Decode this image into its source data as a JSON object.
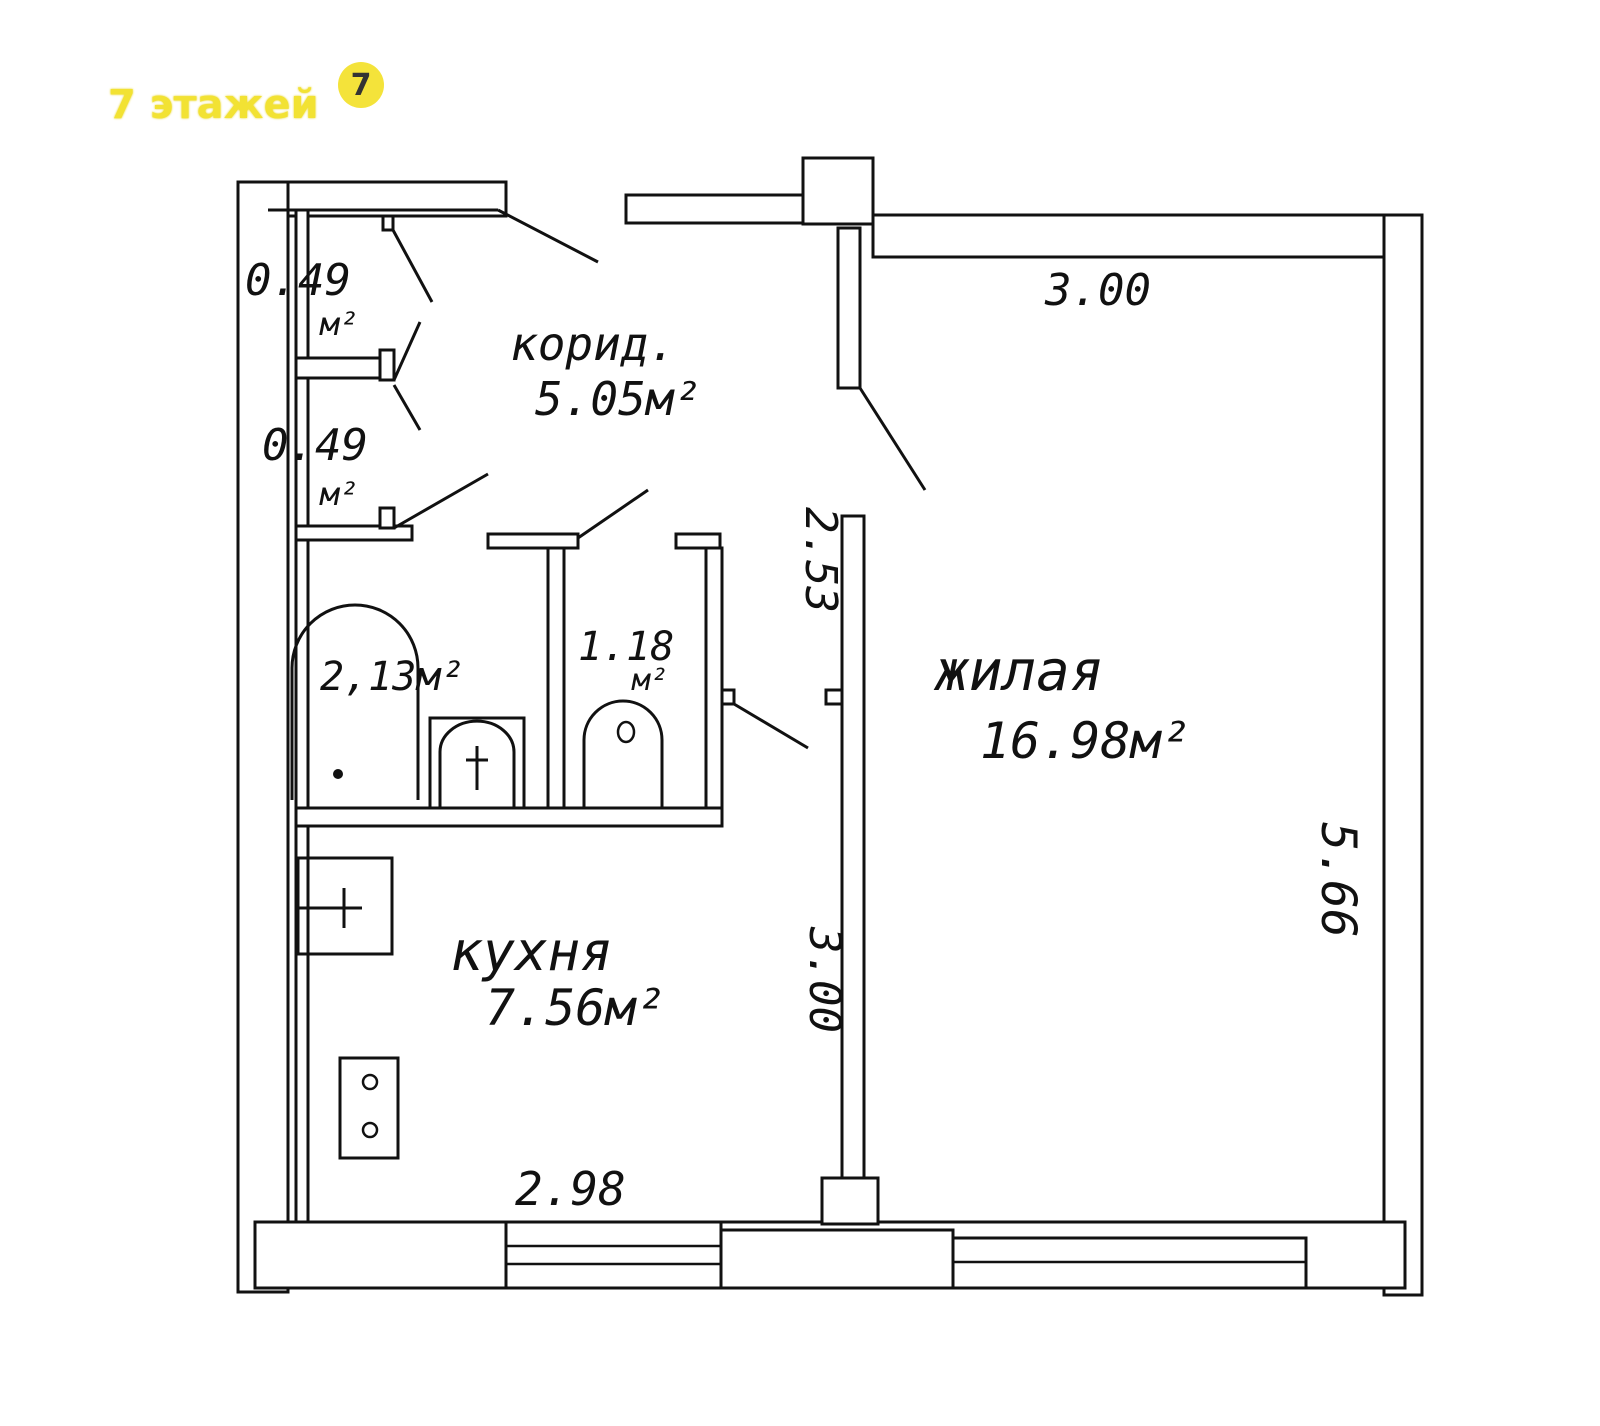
{
  "brand": {
    "name": "7 этажей",
    "badge": "7",
    "color": "#f2e233"
  },
  "rooms": {
    "corridor": {
      "name": "корид.",
      "area": "5.05м²"
    },
    "closet_top": {
      "area": "0.49",
      "unit": "м²"
    },
    "closet_bottom": {
      "area": "0.49",
      "unit": "м²"
    },
    "bathroom": {
      "area": "2,13м²"
    },
    "toilet": {
      "area": "1.18",
      "unit": "м²"
    },
    "living": {
      "name": "жилая",
      "area": "16.98м²"
    },
    "kitchen": {
      "name": "кухня",
      "area": "7.56м²"
    }
  },
  "dimensions": {
    "living_top": "3.00",
    "living_right": "5.66",
    "partition_upper": "2.53",
    "partition_lower": "3.00",
    "kitchen_bottom": "2.98"
  }
}
